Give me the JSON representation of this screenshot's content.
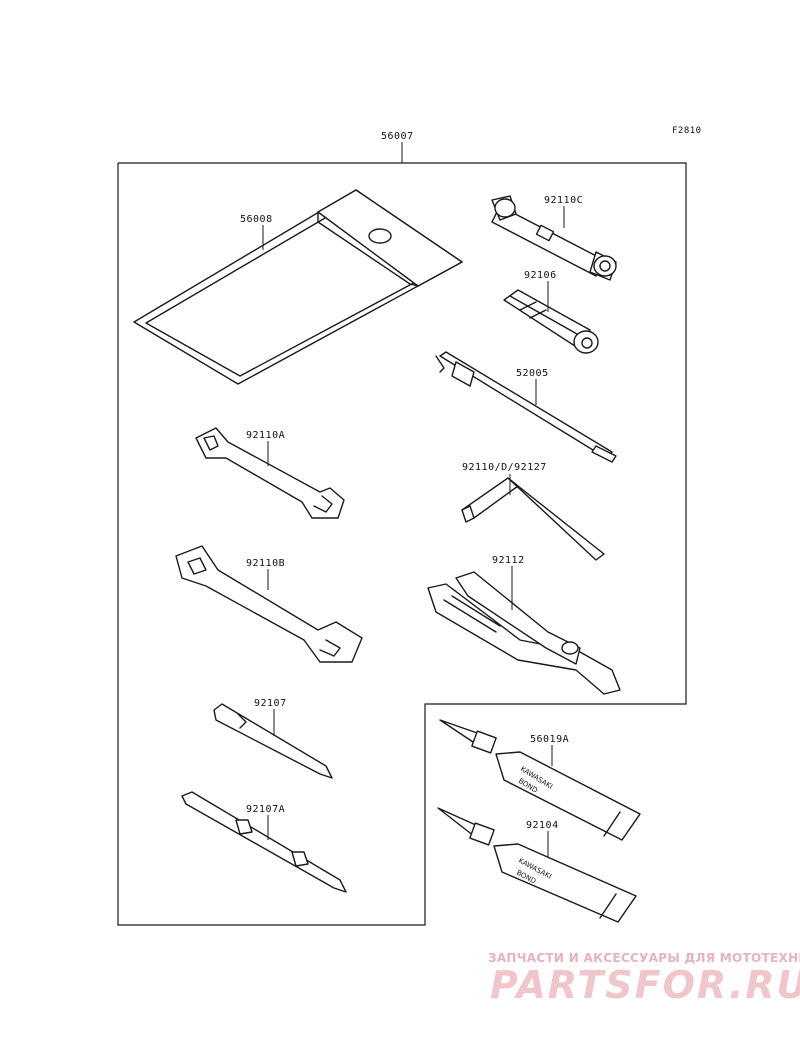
{
  "figure_ref": "F2810",
  "kit_label": "56007",
  "parts": {
    "pouch": "56008",
    "wrench_92110c": "92110C",
    "socket_92106": "92106",
    "driver_52005": "52005",
    "hex_key": "92110/D/92127",
    "wrench_92110a": "92110A",
    "wrench_92110b": "92110B",
    "pliers": "92112",
    "screwdriver_92107": "92107",
    "screwdriver_92107a": "92107A",
    "bond_56019a": "56019A",
    "bond_92104": "92104"
  },
  "tube_text": {
    "brand": "KAWASAKI",
    "product": "BOND"
  },
  "watermark": {
    "subtitle": "ЗАПЧАСТИ И АКСЕССУАРЫ ДЛЯ МОТОТЕХНИКИ",
    "logo": "PARTSFOR.RU"
  }
}
